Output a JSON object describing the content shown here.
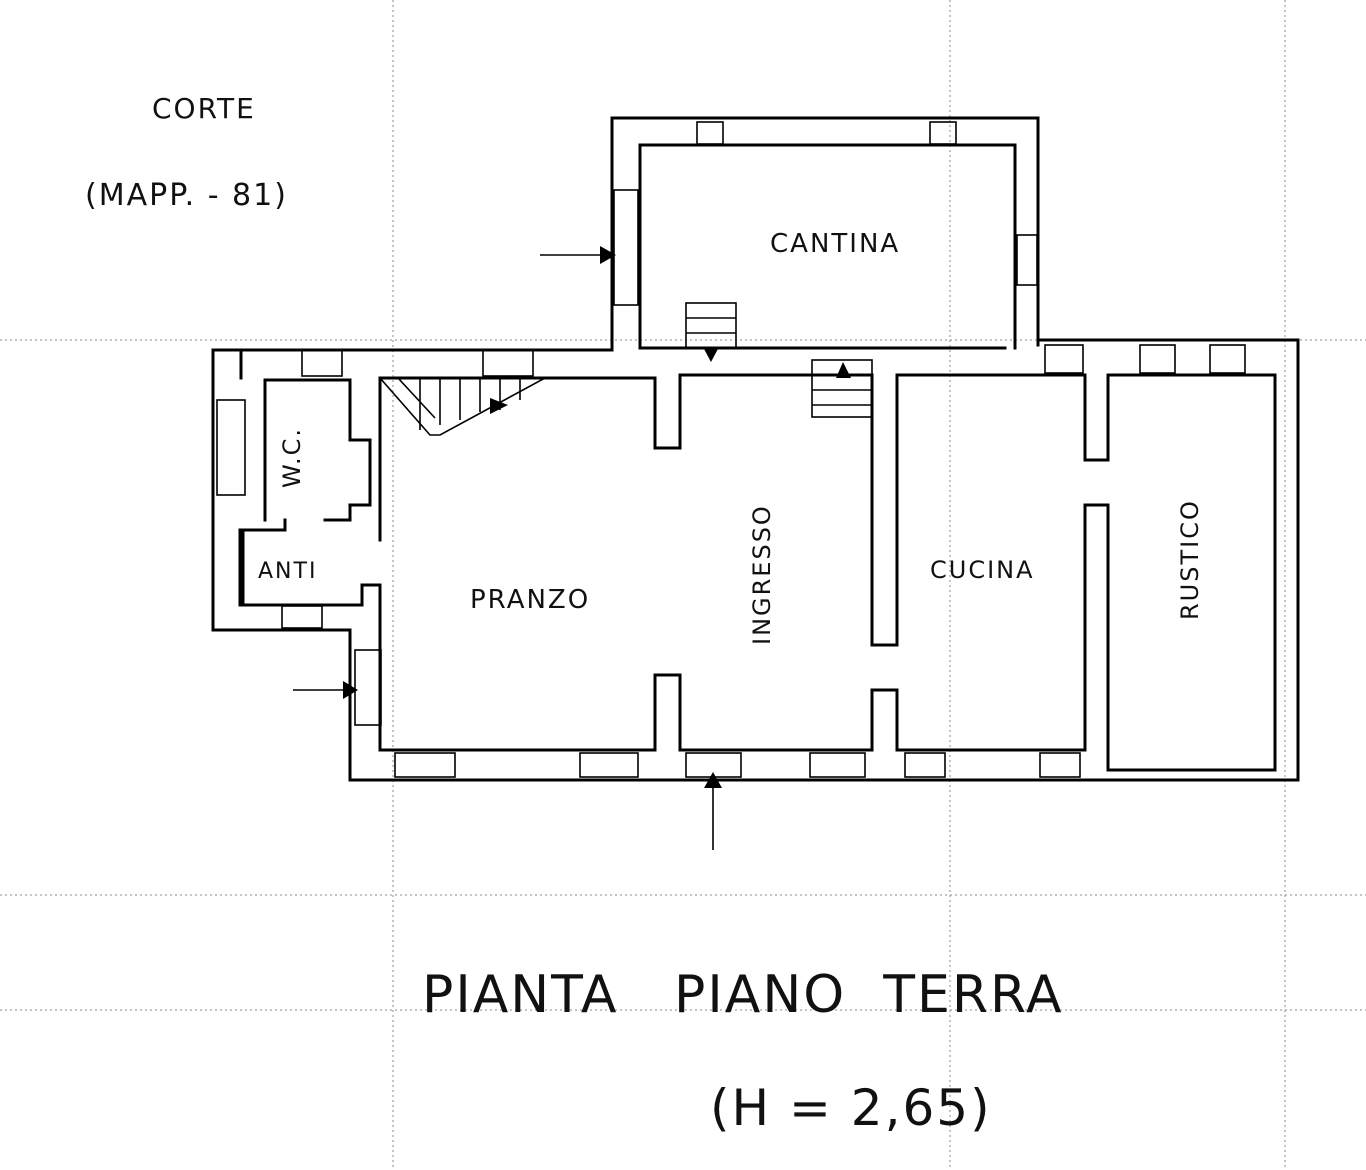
{
  "site": {
    "label": "CORTE",
    "parcel": "(MAPP. - 81)"
  },
  "rooms": {
    "cantina": "CANTINA",
    "wc": "W.C.",
    "anti": "ANTI",
    "pranzo": "PRANZO",
    "ingresso": "INGRESSO",
    "cucina": "CUCINA",
    "rustico": "RUSTICO"
  },
  "title": {
    "main": "PIANTA   PIANO  TERRA",
    "height": "(H = 2,65)"
  }
}
